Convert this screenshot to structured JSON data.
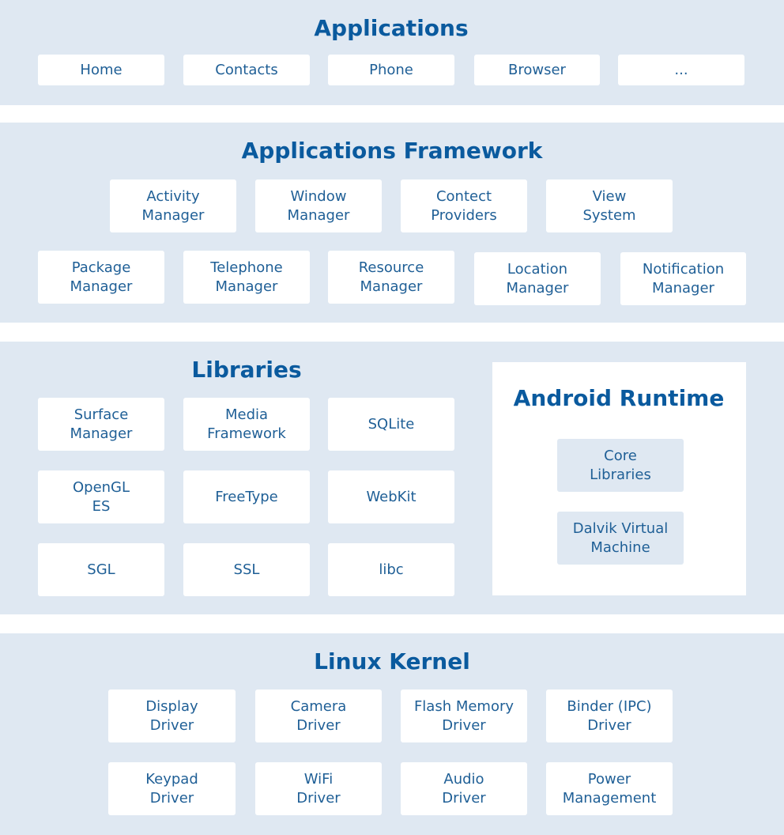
{
  "applications": {
    "title": "Applications",
    "items": [
      {
        "line1": "Home",
        "line2": ""
      },
      {
        "line1": "Contacts",
        "line2": ""
      },
      {
        "line1": "Phone",
        "line2": ""
      },
      {
        "line1": "Browser",
        "line2": ""
      },
      {
        "line1": "...",
        "line2": ""
      }
    ]
  },
  "framework": {
    "title": "Applications Framework",
    "items": [
      {
        "line1": "Activity",
        "line2": "Manager"
      },
      {
        "line1": "Window",
        "line2": "Manager"
      },
      {
        "line1": "Contect",
        "line2": "Providers"
      },
      {
        "line1": "View",
        "line2": "System"
      },
      {
        "line1": "Package",
        "line2": "Manager"
      },
      {
        "line1": "Telephone",
        "line2": "Manager"
      },
      {
        "line1": "Resource",
        "line2": "Manager"
      },
      {
        "line1": "Location",
        "line2": "Manager"
      },
      {
        "line1": "Notification",
        "line2": "Manager"
      }
    ]
  },
  "libraries": {
    "title": "Libraries",
    "items": [
      {
        "line1": "Surface",
        "line2": "Manager"
      },
      {
        "line1": "Media",
        "line2": "Framework"
      },
      {
        "line1": "SQLite",
        "line2": ""
      },
      {
        "line1": "OpenGL",
        "line2": "ES"
      },
      {
        "line1": "FreeType",
        "line2": ""
      },
      {
        "line1": "WebKit",
        "line2": ""
      },
      {
        "line1": "SGL",
        "line2": ""
      },
      {
        "line1": "SSL",
        "line2": ""
      },
      {
        "line1": "libc",
        "line2": ""
      }
    ]
  },
  "runtime": {
    "title": "Android Runtime",
    "items": [
      {
        "line1": "Core",
        "line2": "Libraries"
      },
      {
        "line1": "Dalvik Virtual",
        "line2": "Machine"
      }
    ]
  },
  "kernel": {
    "title": "Linux Kernel",
    "items": [
      {
        "line1": "Display",
        "line2": "Driver"
      },
      {
        "line1": "Camera",
        "line2": "Driver"
      },
      {
        "line1": "Flash Memory",
        "line2": "Driver"
      },
      {
        "line1": "Binder (IPC)",
        "line2": "Driver"
      },
      {
        "line1": "Keypad",
        "line2": "Driver"
      },
      {
        "line1": "WiFi",
        "line2": "Driver"
      },
      {
        "line1": "Audio",
        "line2": "Driver"
      },
      {
        "line1": "Power",
        "line2": "Management"
      }
    ]
  },
  "colors": {
    "layer_background": "#dfe8f2",
    "box_background": "#ffffff",
    "title_text": "#0a5a9e",
    "box_text": "#1f5f96"
  }
}
